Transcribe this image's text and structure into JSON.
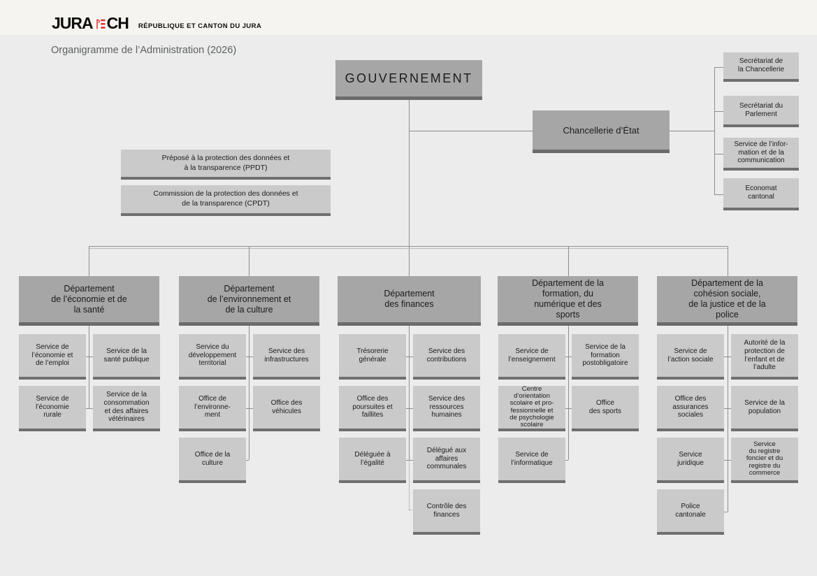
{
  "header": {
    "logo_jura": "JURA",
    "logo_ch": "CH",
    "tagline": "RÉPUBLIQUE ET CANTON DU JURA",
    "title": "Organigramme de l’Administration (2026)"
  },
  "gouvernement": {
    "label": "GOUVERNEMENT"
  },
  "chancellerie": {
    "label": "Chancellerie d’État",
    "units": [
      {
        "label": "Secrétariat de\nla Chancellerie"
      },
      {
        "label": "Secrétariat du\nParlement"
      },
      {
        "label": "Service  de l’infor-\nmation et de la\ncommunication"
      },
      {
        "label": "Economat\ncantonal"
      }
    ]
  },
  "protection_donnees": [
    {
      "label": "Préposé à la protection des données et\nà la transparence (PPDT)"
    },
    {
      "label": "Commission de la protection des données et\nde la transparence (CPDT)"
    }
  ],
  "departements": [
    {
      "label": "Département\nde l’économie et de\nla santé",
      "services_left": [
        "Service de\nl’économie et\nde l’emploi",
        "Service de\nl’économie\nrurale"
      ],
      "services_right": [
        "Service de la\nsanté publique",
        "Service de la\nconsommation\net des affaires\nvétérinaires"
      ]
    },
    {
      "label": "Département\nde l’environnement et\nde la culture",
      "services_left": [
        "Service du\ndéveloppement\nterritorial",
        "Office de\nl’environne-\nment",
        "Office de la\nculture"
      ],
      "services_right": [
        "Service des\ninfrastructures",
        "Office des\nvéhicules"
      ]
    },
    {
      "label": "Département\ndes finances",
      "services_left": [
        "Trésorerie\ngénérale",
        "Office des\npoursuites et\nfaillites",
        "Déléguée à\nl’égalité"
      ],
      "services_right": [
        "Service des\ncontributions",
        "Service des\nressources\nhumaines",
        "Délégué aux\naffaires\ncommunales",
        "Contrôle des\nfinances"
      ]
    },
    {
      "label": "Département de la\nformation, du\nnumérique et des\nsports",
      "services_left": [
        "Service de\nl’enseignement",
        "Centre\nd’orientation\nscolaire et pro-\nfessionnelle et\nde psychologie\nscolaire",
        "Service de\nl’informatique"
      ],
      "services_right": [
        "Service de la\nformation\npostobligatoire",
        "Office\ndes sports"
      ]
    },
    {
      "label": "Département de la\ncohésion sociale,\nde la justice et de la\npolice",
      "services_left": [
        "Service de\nl’action sociale",
        "Office des\nassurances\nsociales",
        "Service\njuridique",
        "Police\ncantonale"
      ],
      "services_right": [
        "Autorité de la\nprotection de\nl’enfant et de\nl’adulte",
        "Service de la\npopulation",
        "Service\ndu registre\nfoncier et du\nregistre du\ncommerce"
      ]
    }
  ],
  "colors": {
    "background": "#ebeceb",
    "header_band": "#f5f4f0",
    "box_dark": "#a6a6a6",
    "box_light": "#cacaca",
    "box_border": "#6f6f6f",
    "connector": "#8d8d8d",
    "logo_red": "#dd352f",
    "text": "#1b1b1b"
  }
}
